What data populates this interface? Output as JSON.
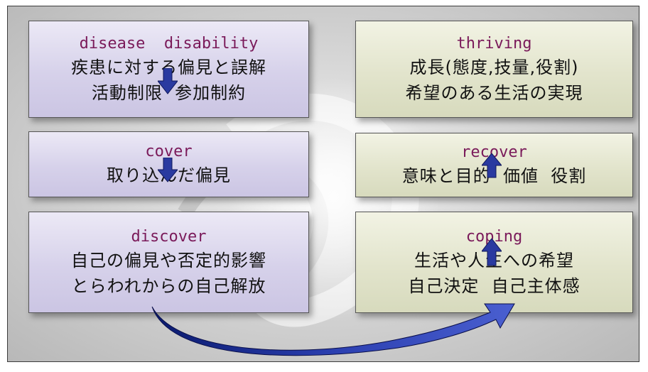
{
  "left_boxes": [
    {
      "title": "disease  disability",
      "lines": [
        "疾患に対する偏見と誤解",
        "活動制限  参加制約"
      ]
    },
    {
      "title": "cover",
      "lines": [
        "取り込んだ偏見"
      ]
    },
    {
      "title": "discover",
      "lines": [
        "自己の偏見や否定的影響",
        "とらわれからの自己解放"
      ]
    }
  ],
  "right_boxes": [
    {
      "title": "thriving",
      "lines": [
        "成長(態度,技量,役割)",
        "希望のある生活の実現"
      ]
    },
    {
      "title": "recover",
      "lines": [
        "意味と目的  価値  役割"
      ]
    },
    {
      "title": "coping",
      "lines": [
        "生活や人生への希望",
        "自己決定  自己主体感"
      ]
    }
  ],
  "colors": {
    "left_fill": "#d6d1ea",
    "right_fill": "#e2e4cc",
    "title_text": "#7a1a5a",
    "arrow": "#1d2f8c"
  },
  "icons": {
    "down_arrow": "arrow-down",
    "up_arrow": "arrow-up",
    "curved_arrow": "curved-arrow"
  }
}
